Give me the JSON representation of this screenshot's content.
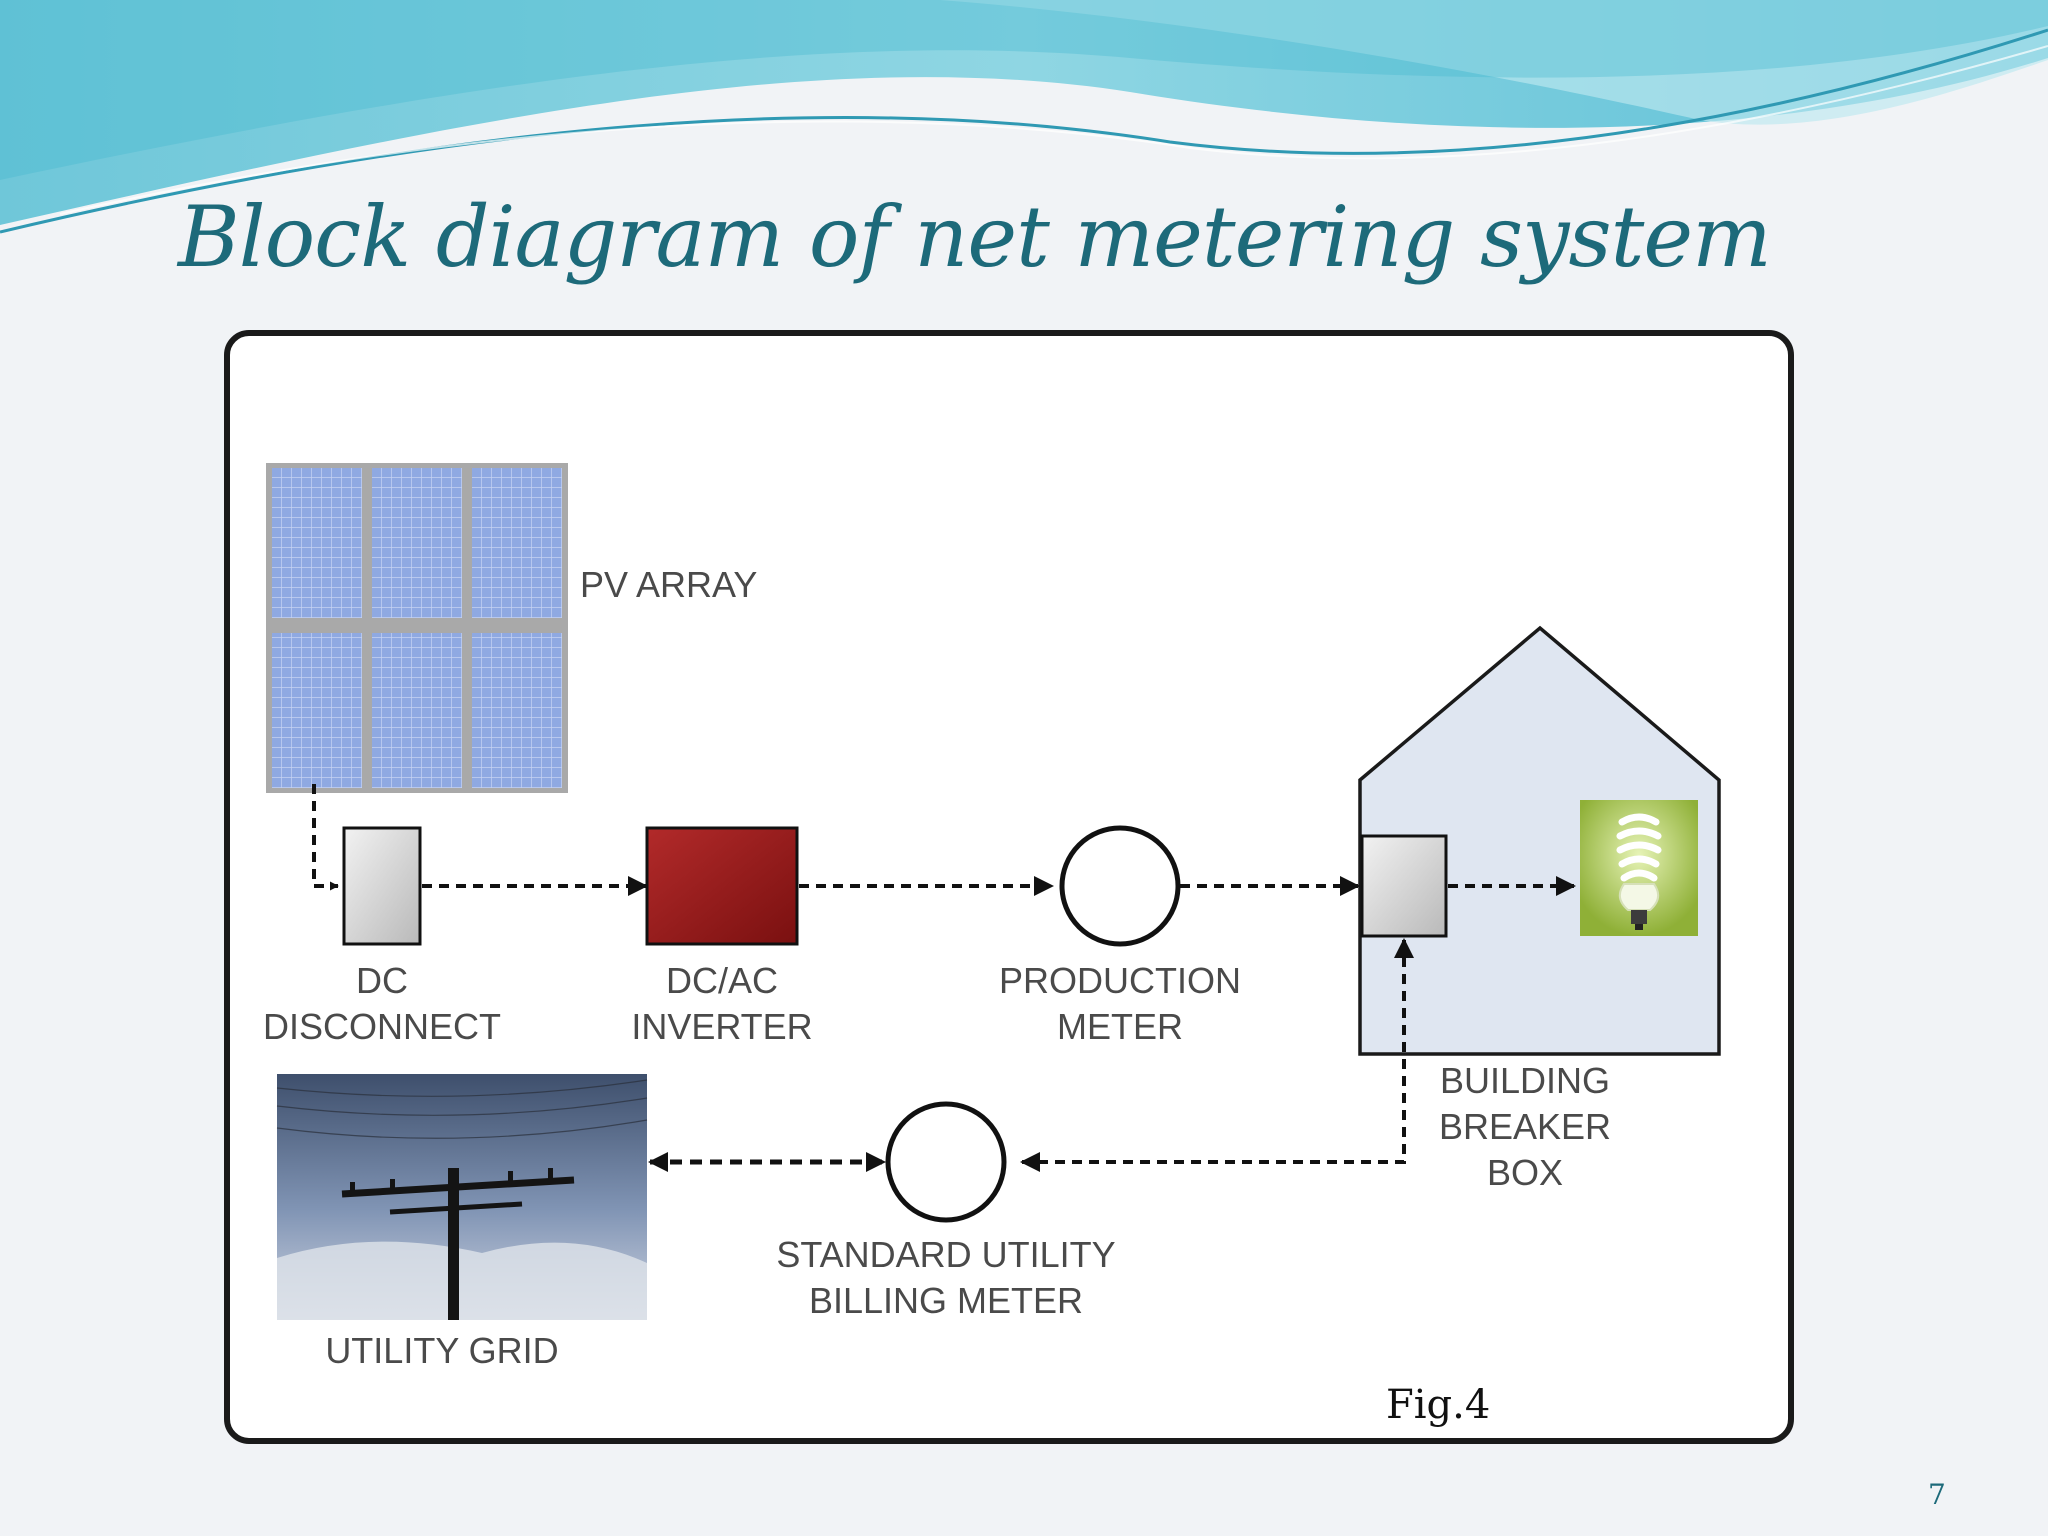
{
  "slide": {
    "title": "Block diagram of net metering system",
    "figure_caption": "Fig.4",
    "page_number": "7"
  },
  "diagram": {
    "labels": {
      "pv_array": "PV ARRAY",
      "dc_disconnect": [
        "DC",
        "DISCONNECT"
      ],
      "inverter": [
        "DC/AC",
        "INVERTER"
      ],
      "production_meter": [
        "PRODUCTION",
        "METER"
      ],
      "breaker_box": [
        "BUILDING",
        "BREAKER",
        "BOX"
      ],
      "billing_meter": [
        "STANDARD UTILITY",
        "BILLING METER"
      ],
      "utility_grid": "UTILITY GRID"
    },
    "icons": {
      "pv": "solar-panel-icon",
      "bulb": "light-bulb-icon",
      "grid": "utility-pole-icon",
      "house": "house-icon"
    },
    "colors": {
      "title": "#1d6a7a",
      "inverter": "#8e1616",
      "panel": "#8fa9e2",
      "house_fill": "#dfe6f1",
      "bulb_bg": "#a9c74a"
    }
  }
}
